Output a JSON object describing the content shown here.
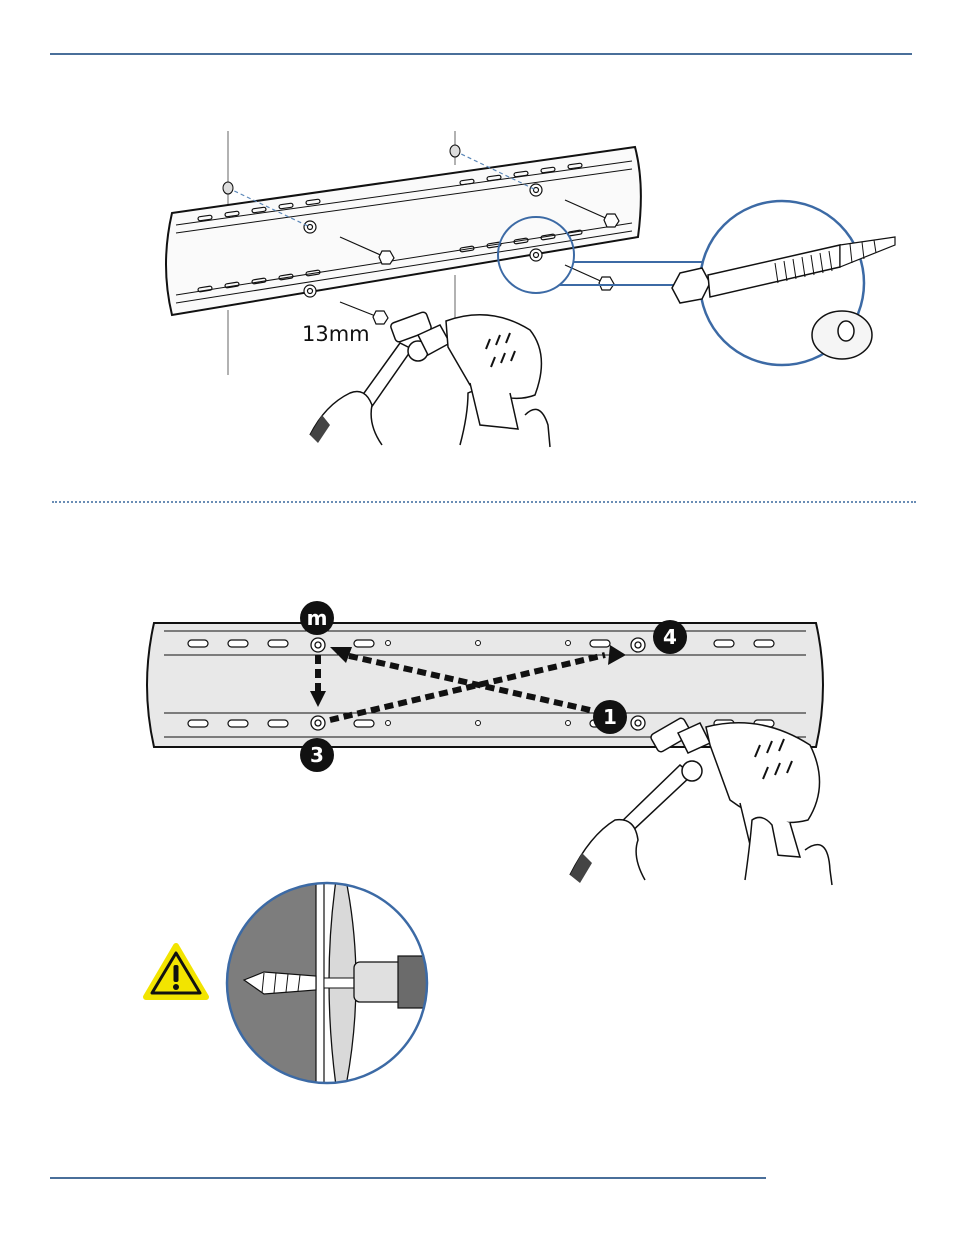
{
  "figure1": {
    "wrench_size_label": "13mm",
    "icons": [
      "wall-plate-bracket-icon",
      "lag-bolt-icon",
      "washer-icon",
      "drill-icon",
      "ratchet-wrench-icon",
      "hand-icon"
    ]
  },
  "figure2": {
    "steps": [
      {
        "label": "m"
      },
      {
        "label": "4"
      },
      {
        "label": "1"
      },
      {
        "label": "3"
      }
    ],
    "icons": [
      "wall-plate-icon",
      "drill-icon",
      "ratchet-wrench-icon",
      "warning-icon",
      "wall-anchor-detail-icon"
    ]
  },
  "colors": {
    "rule": "#4a6f9a",
    "callout_circle": "#3c6aa5",
    "warning_fill": "#f2e400",
    "badge": "#111111",
    "plate": "#e6e6e6"
  }
}
